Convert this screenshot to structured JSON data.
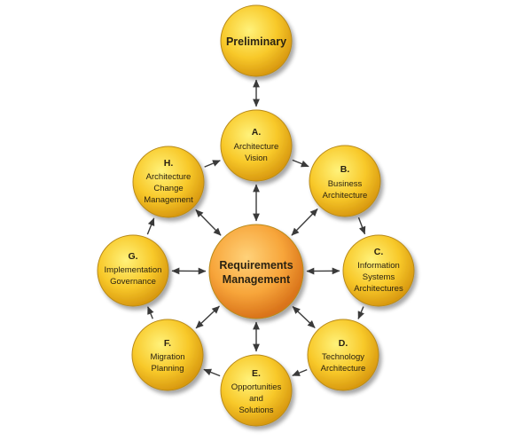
{
  "colors": {
    "node_light": "#fff27a",
    "node_mid": "#f8c92a",
    "node_dark": "#d99a10",
    "center_light": "#ffd27a",
    "center_mid": "#f7a53a",
    "center_dark": "#d9731a",
    "arrow": "#3a3a3a"
  },
  "diagram": {
    "preliminary": "Preliminary",
    "center": [
      "Requirements",
      "Management"
    ],
    "phases": [
      {
        "id": "A",
        "letter": "A.",
        "lines": [
          "Architecture",
          "Vision"
        ]
      },
      {
        "id": "B",
        "letter": "B.",
        "lines": [
          "Business",
          "Architecture"
        ]
      },
      {
        "id": "C",
        "letter": "C.",
        "lines": [
          "Information",
          "Systems",
          "Architectures"
        ]
      },
      {
        "id": "D",
        "letter": "D.",
        "lines": [
          "Technology",
          "Architecture"
        ]
      },
      {
        "id": "E",
        "letter": "E.",
        "lines": [
          "Opportunities",
          "and",
          "Solutions"
        ]
      },
      {
        "id": "F",
        "letter": "F.",
        "lines": [
          "Migration",
          "Planning"
        ]
      },
      {
        "id": "G",
        "letter": "G.",
        "lines": [
          "Implementation",
          "Governance"
        ]
      },
      {
        "id": "H",
        "letter": "H.",
        "lines": [
          "Architecture",
          "Change",
          "Management"
        ]
      }
    ]
  }
}
